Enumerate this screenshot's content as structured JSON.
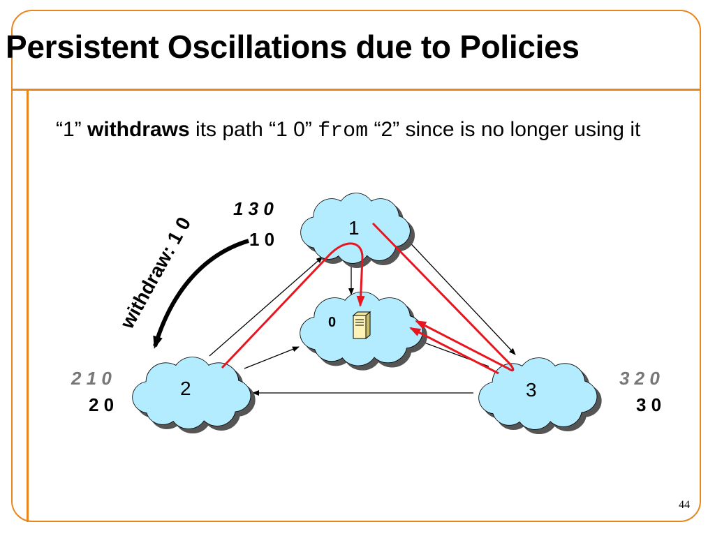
{
  "slide": {
    "title": "Persistent Oscillations due to Policies",
    "body": {
      "part1": "“1” ",
      "bold": "withdraws",
      "part2": " its path “1 0” ",
      "mono": "from",
      "part3": " “2” since is no longer using it"
    },
    "page_number": "44"
  },
  "diagram": {
    "nodes": [
      {
        "id": "1",
        "label": "1"
      },
      {
        "id": "0",
        "label": "0"
      },
      {
        "id": "2",
        "label": "2"
      },
      {
        "id": "3",
        "label": "3"
      }
    ],
    "node1_paths": {
      "preferred": "1 3 0",
      "current": "1 0"
    },
    "node2_paths": {
      "preferred": "2 1 0",
      "current": "2 0"
    },
    "node3_paths": {
      "preferred": "3 2 0",
      "current": "3 0"
    },
    "withdraw_label": "withdraw: 1 0",
    "colors": {
      "accent": "#e8861c",
      "cloud": "#b3ecff",
      "path": "#e8151f",
      "preferred_text": "#777777"
    }
  }
}
